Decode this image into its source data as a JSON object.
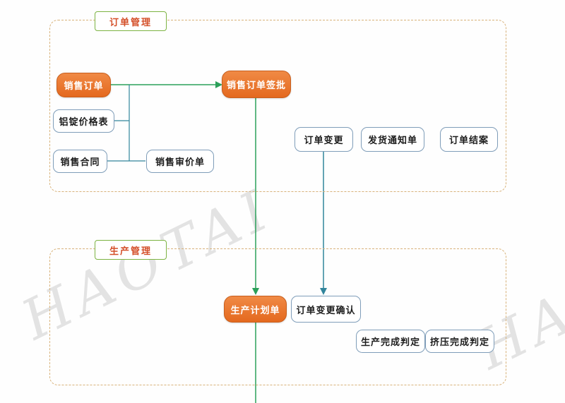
{
  "watermark": {
    "text": "HAOTAI"
  },
  "sections": {
    "order": {
      "label": "订单管理"
    },
    "production": {
      "label": "生产管理"
    }
  },
  "nodes": {
    "sales_order": {
      "label": "销售订单"
    },
    "aluminum_price_list": {
      "label": "铝锭价格表"
    },
    "sales_contract": {
      "label": "销售合同"
    },
    "sales_price_review": {
      "label": "销售审价单"
    },
    "sales_order_approval": {
      "label": "销售订单签批"
    },
    "order_change": {
      "label": "订单变更"
    },
    "delivery_notice": {
      "label": "发货通知单"
    },
    "order_closure": {
      "label": "订单结案"
    },
    "production_plan": {
      "label": "生产计划单"
    },
    "order_change_confirm": {
      "label": "订单变更确认"
    },
    "production_complete_check": {
      "label": "生产完成判定"
    },
    "extrusion_complete_check": {
      "label": "挤压完成判定"
    }
  },
  "colors": {
    "primary_node_fill": "#e9762e",
    "primary_node_border": "#c85f1e",
    "plain_node_border": "#7f9db9",
    "container_border": "#d8b27a",
    "section_label_text": "#d4502a",
    "section_label_border": "#7cb342",
    "arrow_green": "#2ba05a",
    "arrow_teal": "#31859c"
  }
}
